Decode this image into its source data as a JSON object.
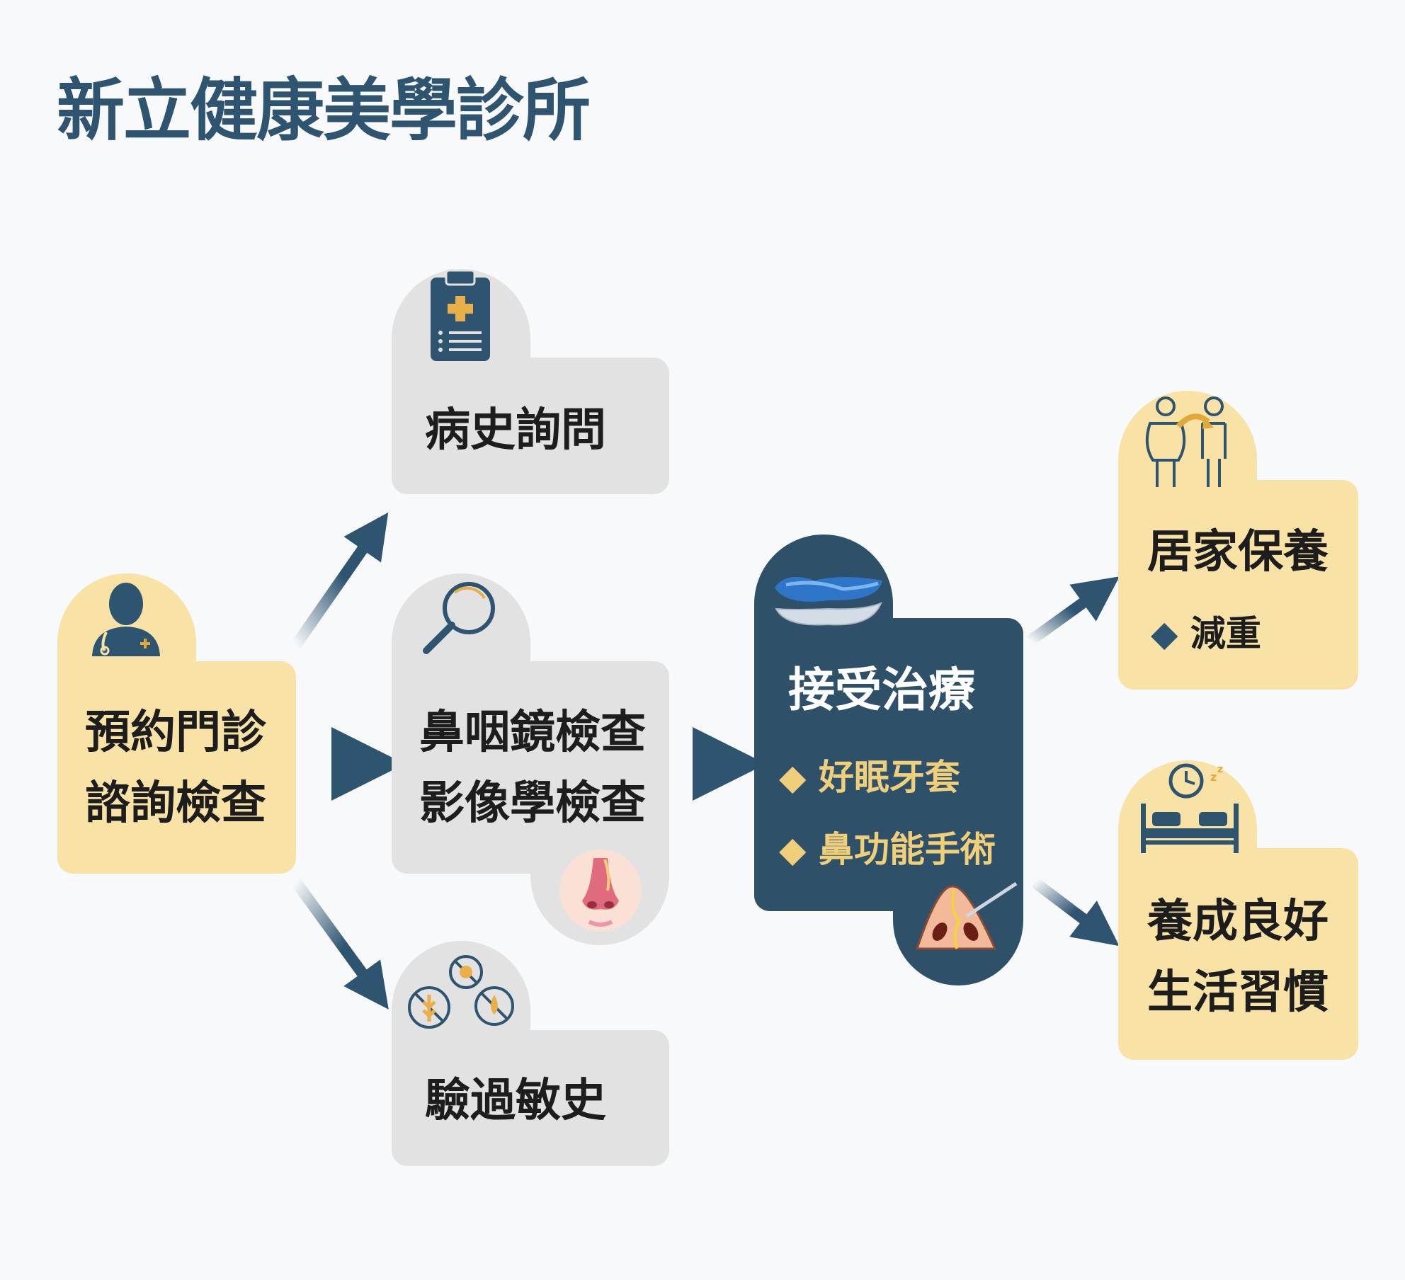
{
  "title": "新立健康美學診所",
  "nodes": {
    "appointment": {
      "line1": "預約門診",
      "line2": "諮詢檢查"
    },
    "history": {
      "label": "病史詢問"
    },
    "exam": {
      "line1": "鼻咽鏡檢查",
      "line2": "影像學檢查"
    },
    "allergy": {
      "label": "驗過敏史"
    },
    "treatment": {
      "label": "接受治療",
      "items": [
        "好眠牙套",
        "鼻功能手術"
      ]
    },
    "homecare": {
      "label": "居家保養",
      "items": [
        "減重"
      ]
    },
    "habits": {
      "line1": "養成良好",
      "line2": "生活習慣"
    }
  },
  "bullet": "◆",
  "colors": {
    "navy": "#2e5470",
    "yellow": "#f8e2a6",
    "gray": "#e2e2e2",
    "dark": "#2f5069",
    "gold": "#f0cf7a"
  }
}
